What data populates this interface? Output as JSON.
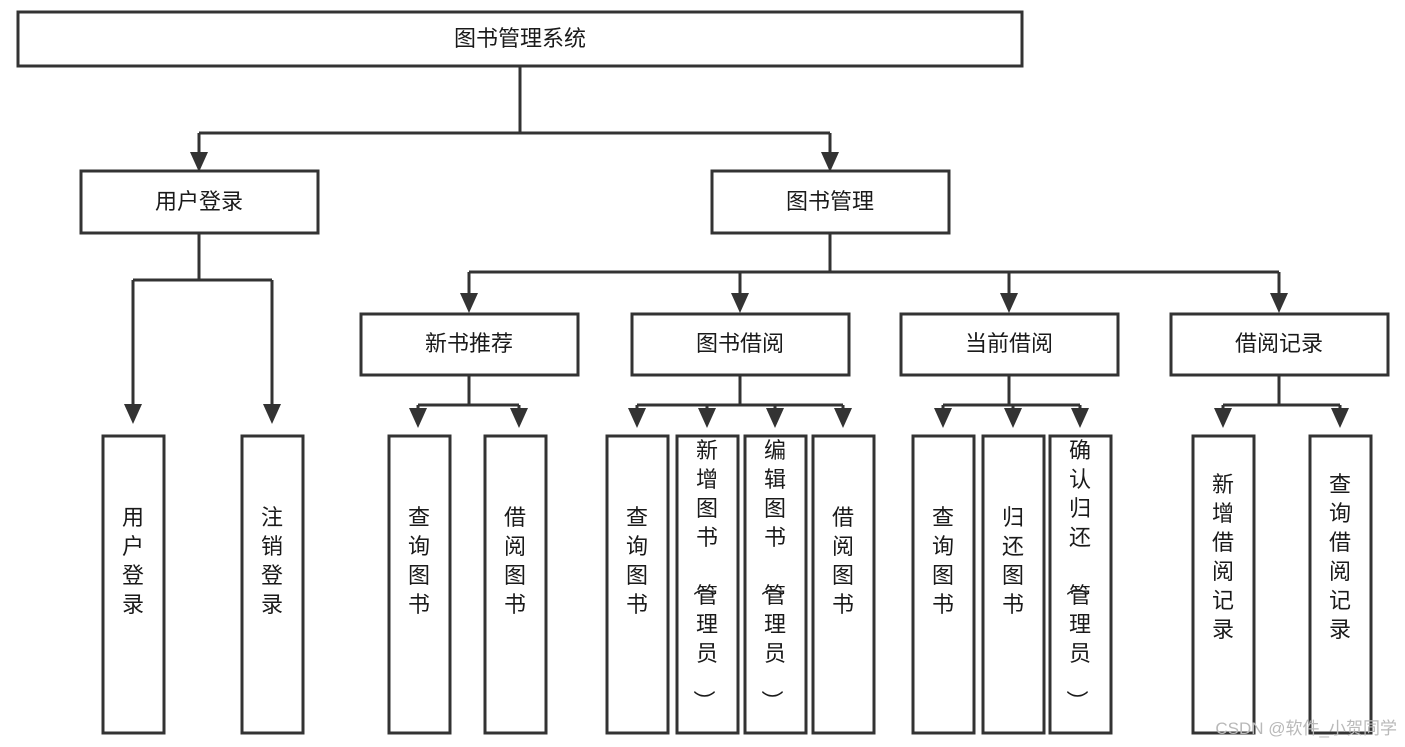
{
  "diagram": {
    "type": "tree-hierarchy-functional-structure",
    "title": "图书管理系统",
    "orientation": "top-down",
    "box_style": {
      "fill": "#ffffff",
      "stroke": "#333333",
      "stroke_width": 3
    },
    "levels": [
      {
        "level": 1,
        "nodes": [
          {
            "id": "root",
            "label": "图书管理系统",
            "text_orientation": "horizontal"
          }
        ]
      },
      {
        "level": 2,
        "nodes": [
          {
            "id": "user-login",
            "label": "用户登录",
            "text_orientation": "horizontal",
            "parent": "root"
          },
          {
            "id": "book-manage",
            "label": "图书管理",
            "text_orientation": "horizontal",
            "parent": "root"
          }
        ]
      },
      {
        "level": 3,
        "nodes": [
          {
            "id": "new-book-rec",
            "label": "新书推荐",
            "text_orientation": "horizontal",
            "parent": "book-manage"
          },
          {
            "id": "book-borrow",
            "label": "图书借阅",
            "text_orientation": "horizontal",
            "parent": "book-manage"
          },
          {
            "id": "current-borrow",
            "label": "当前借阅",
            "text_orientation": "horizontal",
            "parent": "book-manage"
          },
          {
            "id": "borrow-record",
            "label": "借阅记录",
            "text_orientation": "horizontal",
            "parent": "book-manage"
          }
        ]
      },
      {
        "level": 4,
        "nodes": [
          {
            "id": "leaf-1",
            "label": "用户登录",
            "text_orientation": "vertical",
            "parent": "user-login"
          },
          {
            "id": "leaf-2",
            "label": "注销登录",
            "text_orientation": "vertical",
            "parent": "user-login"
          },
          {
            "id": "leaf-3",
            "label": "查询图书",
            "text_orientation": "vertical",
            "parent": "new-book-rec"
          },
          {
            "id": "leaf-4",
            "label": "借阅图书",
            "text_orientation": "vertical",
            "parent": "new-book-rec"
          },
          {
            "id": "leaf-5",
            "label": "查询图书",
            "text_orientation": "vertical",
            "parent": "book-borrow"
          },
          {
            "id": "leaf-6",
            "label": "新增图书（管理员）",
            "text_orientation": "vertical",
            "parent": "book-borrow"
          },
          {
            "id": "leaf-7",
            "label": "编辑图书（管理员）",
            "text_orientation": "vertical",
            "parent": "book-borrow"
          },
          {
            "id": "leaf-8",
            "label": "借阅图书",
            "text_orientation": "vertical",
            "parent": "book-borrow"
          },
          {
            "id": "leaf-9",
            "label": "查询图书",
            "text_orientation": "vertical",
            "parent": "current-borrow"
          },
          {
            "id": "leaf-10",
            "label": "归还图书",
            "text_orientation": "vertical",
            "parent": "current-borrow"
          },
          {
            "id": "leaf-11",
            "label": "确认归还（管理员）",
            "text_orientation": "vertical",
            "parent": "current-borrow"
          },
          {
            "id": "leaf-12",
            "label": "新增借阅记录",
            "text_orientation": "vertical",
            "parent": "borrow-record"
          },
          {
            "id": "leaf-13",
            "label": "查询借阅记录",
            "text_orientation": "vertical",
            "parent": "borrow-record"
          }
        ]
      }
    ]
  },
  "watermark": {
    "text": "CSDN @软件_小贺同学",
    "color": "#b9b9b9"
  }
}
